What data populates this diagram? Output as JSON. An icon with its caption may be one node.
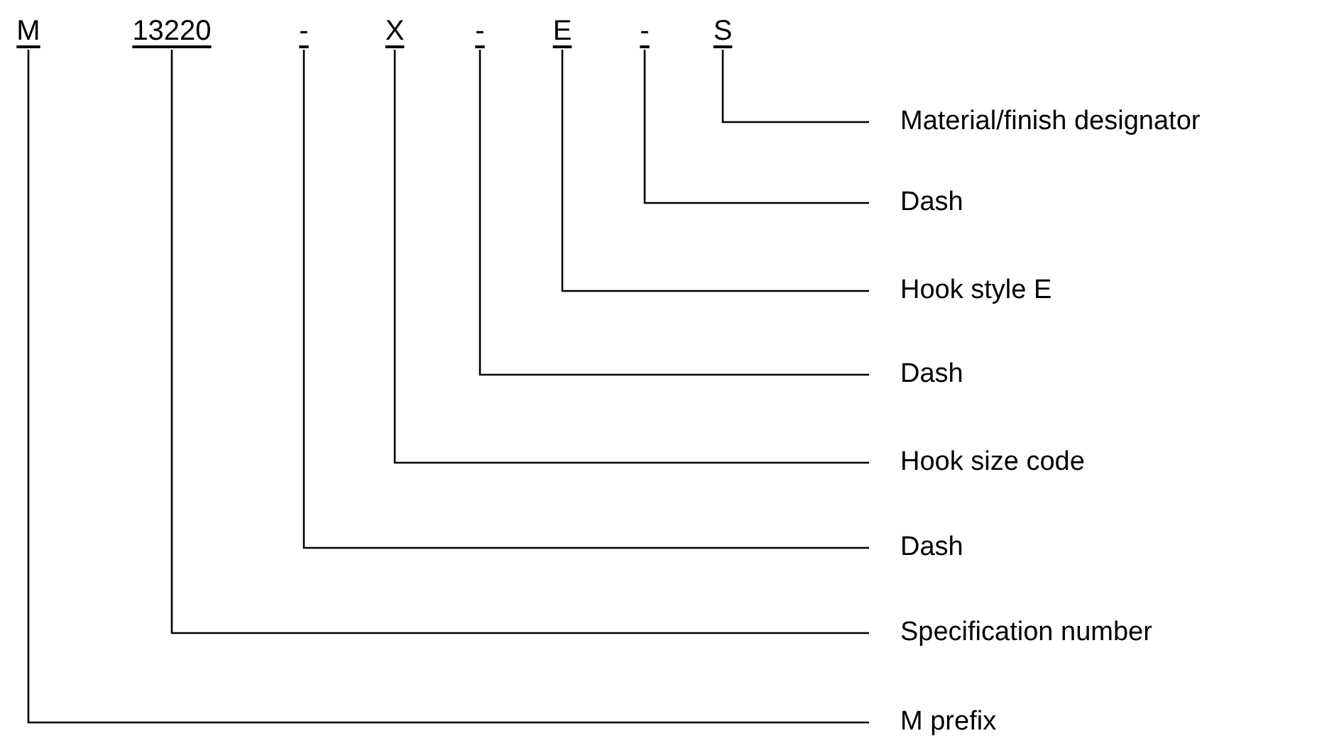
{
  "diagram": {
    "nodes": [
      {
        "text": [
          "M"
        ]
      },
      {
        "text": [
          "13220"
        ]
      },
      {
        "text": [
          "-"
        ]
      },
      {
        "text": [
          "X"
        ]
      },
      {
        "text": [
          "-"
        ]
      },
      {
        "text": [
          "E"
        ]
      },
      {
        "text": [
          "-"
        ]
      },
      {
        "text": [
          "S"
        ]
      },
      {
        "text": [
          "Material/finish designator"
        ]
      },
      {
        "text": [
          "Dash"
        ]
      },
      {
        "text": [
          "Hook style E"
        ]
      },
      {
        "text": [
          "Dash"
        ]
      },
      {
        "text": [
          "Hook size code"
        ]
      },
      {
        "text": [
          "Dash"
        ]
      },
      {
        "text": [
          "Specification number"
        ]
      },
      {
        "text": [
          "M prefix"
        ]
      }
    ],
    "edges": [
      {
        "from": 15,
        "to": 0,
        "arrow": "none"
      },
      {
        "from": 14,
        "to": 1,
        "arrow": "none"
      },
      {
        "from": 13,
        "to": 2,
        "arrow": "none"
      },
      {
        "from": 12,
        "to": 3,
        "arrow": "none"
      },
      {
        "from": 11,
        "to": 4,
        "arrow": "none"
      },
      {
        "from": 10,
        "to": 5,
        "arrow": "none"
      },
      {
        "from": 9,
        "to": 6,
        "arrow": "none"
      },
      {
        "from": 8,
        "to": 7,
        "arrow": "none"
      }
    ]
  }
}
